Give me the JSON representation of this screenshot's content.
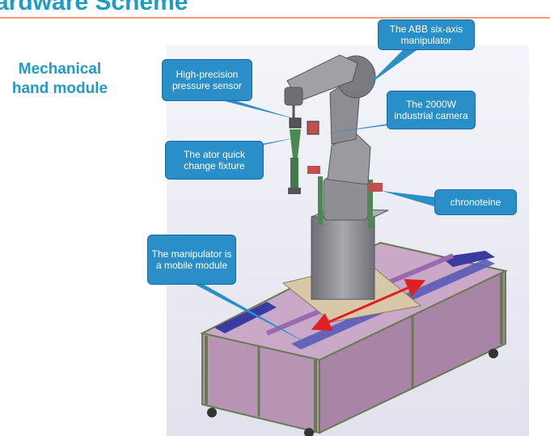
{
  "slide": {
    "title": "ardware Scheme",
    "module_label_line1": "Mechanical",
    "module_label_line2": "hand module"
  },
  "callouts": {
    "abb": "The ABB six-axis manipulator",
    "pressure": "High-precision pressure sensor",
    "camera": "The 2000W industrial camera",
    "fixture": "The ator quick change fixture",
    "chrono": "chronoteine",
    "mobile": "The manipulator is a mobile module"
  },
  "colors": {
    "title": "#1f9bc8",
    "callout_fill": "#2a8ec8",
    "frame_pink": "#c9a8c8",
    "rail_blue": "#3a3aa0",
    "robot_gray": "#8a8a8e",
    "motion_arrow": "#e02020"
  }
}
